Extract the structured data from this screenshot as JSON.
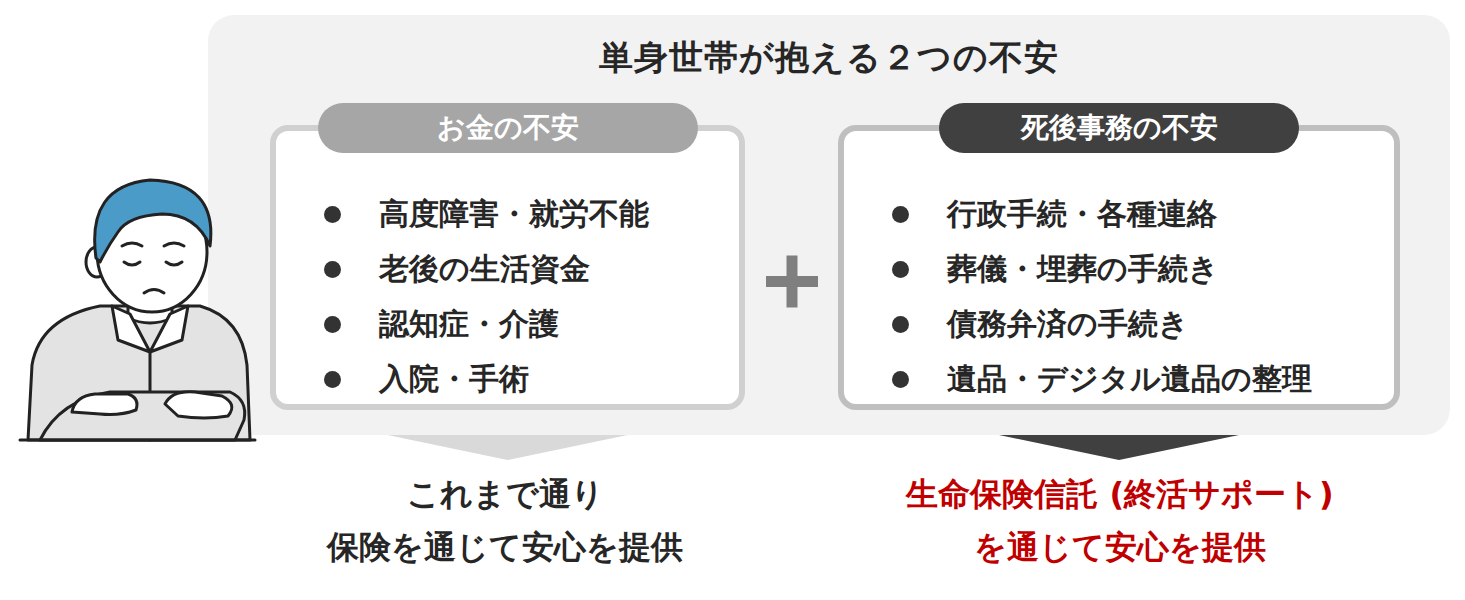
{
  "diagram": {
    "nodes": [
      {
        "text": [
          "単身世帯が抱える２つの不安"
        ]
      },
      {
        "text": [
          "お金の不安",
          "高度障害・就労不能",
          "老後の生活資金",
          "認知症・介護",
          "入院・手術"
        ],
        "in": 0
      },
      {
        "text": [
          "死後事務の不安",
          "行政手続・各種連絡",
          "葬儀・埋葬の手続き",
          "債務弁済の手続き",
          "遺品・デジタル遺品の整理"
        ],
        "in": 0
      },
      {
        "text": [
          "これまで通り 保険を通じて安心を提供"
        ]
      },
      {
        "text": [
          "生命保険信託 (終活サポート) を通じて安心を提供"
        ]
      }
    ],
    "edges": [
      {
        "from": 1,
        "to": 3,
        "arrow": "to"
      },
      {
        "from": 2,
        "to": 4,
        "arrow": "to"
      }
    ]
  }
}
